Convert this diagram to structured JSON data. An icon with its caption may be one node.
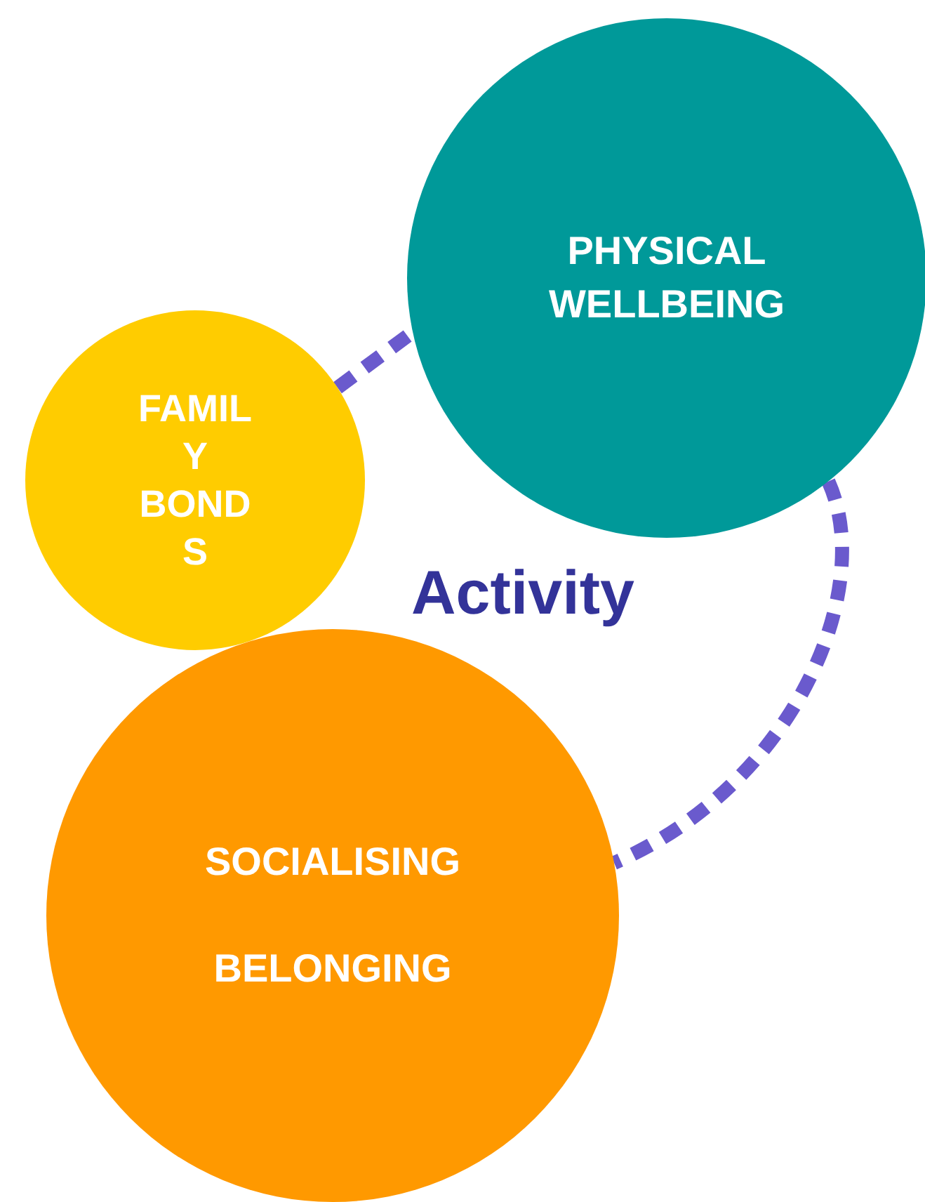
{
  "diagram": {
    "nodes": [
      {
        "text": [
          "PHYSICAL WELLBEING"
        ]
      },
      {
        "text": [
          "FAMILY BONDS"
        ]
      },
      {
        "text": [
          "SOCIALISING",
          "BELONGING"
        ]
      }
    ],
    "edges": [
      {
        "from": 1,
        "to": 0,
        "arrow": "none",
        "style": "dashed",
        "color": "#6a5acd"
      },
      {
        "from": 0,
        "to": 2,
        "arrow": "none",
        "style": "dashed",
        "color": "#6a5acd"
      }
    ],
    "labels": [
      "Activity"
    ]
  }
}
